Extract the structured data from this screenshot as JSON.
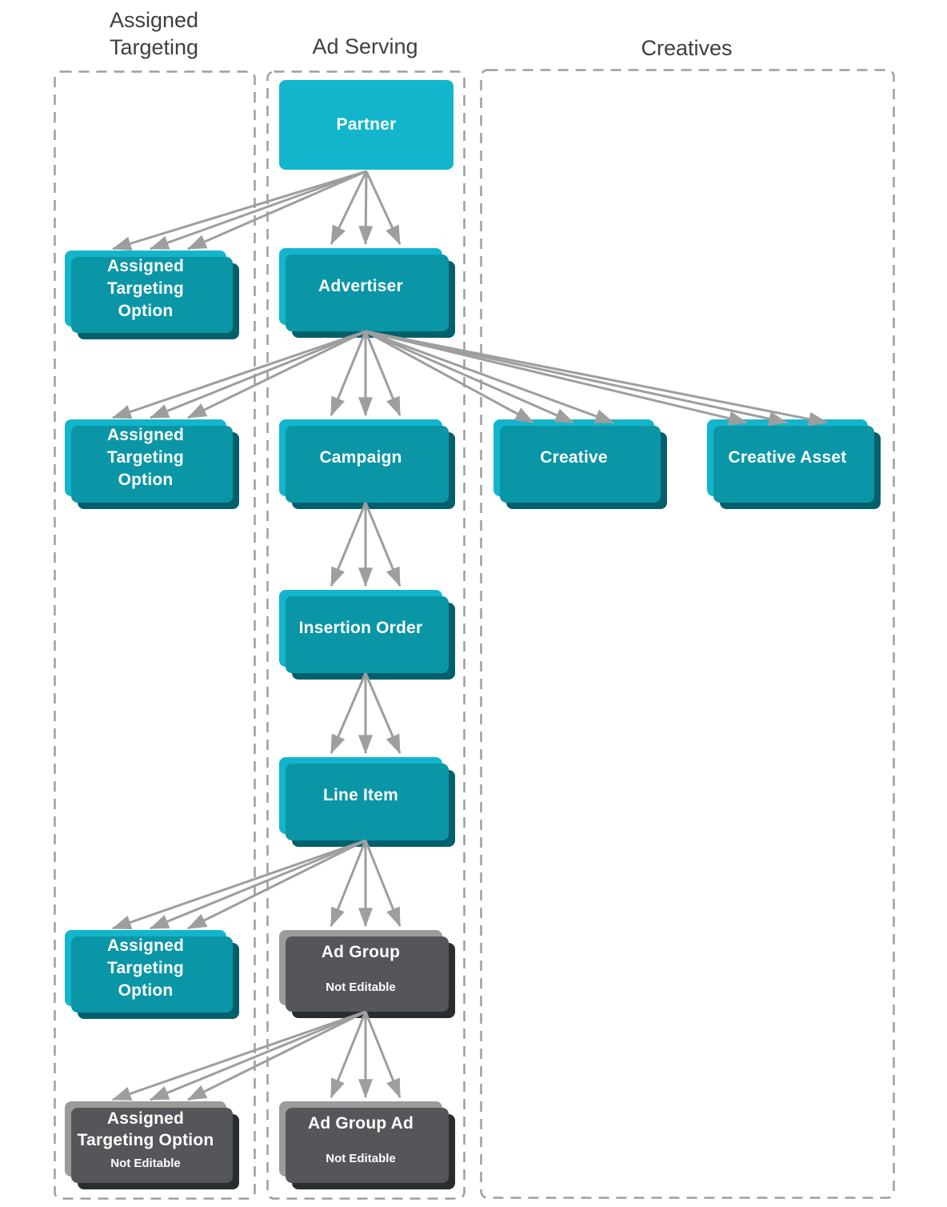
{
  "columns": [
    {
      "id": "assigned_targeting",
      "title": "Assigned\nTargeting"
    },
    {
      "id": "ad_serving",
      "title": "Ad Serving"
    },
    {
      "id": "creatives",
      "title": "Creatives"
    }
  ],
  "nodes": {
    "partner": {
      "label": "Partner",
      "editable": true
    },
    "advertiser": {
      "label": "Advertiser",
      "editable": true
    },
    "campaign": {
      "label": "Campaign",
      "editable": true
    },
    "insertion_order": {
      "label": "Insertion Order",
      "editable": true
    },
    "line_item": {
      "label": "Line Item",
      "editable": true
    },
    "ad_group": {
      "label": "Ad Group",
      "sublabel": "Not Editable",
      "editable": false
    },
    "ad_group_ad": {
      "label": "Ad Group Ad",
      "sublabel": "Not Editable",
      "editable": false
    },
    "ato_partner": {
      "label": "Assigned\nTargeting\nOption",
      "editable": true
    },
    "ato_advertiser": {
      "label": "Assigned\nTargeting\nOption",
      "editable": true
    },
    "ato_line_item": {
      "label": "Assigned\nTargeting\nOption",
      "editable": true
    },
    "ato_ad_group": {
      "label": "Assigned\nTargeting Option",
      "sublabel": "Not Editable",
      "editable": false
    },
    "creative": {
      "label": "Creative",
      "editable": true
    },
    "creative_asset": {
      "label": "Creative Asset",
      "editable": true
    }
  },
  "edges": [
    {
      "from": "partner",
      "to": "ato_partner",
      "dir": "left"
    },
    {
      "from": "partner",
      "to": "advertiser",
      "dir": "down"
    },
    {
      "from": "advertiser",
      "to": "ato_advertiser",
      "dir": "left"
    },
    {
      "from": "advertiser",
      "to": "campaign",
      "dir": "down"
    },
    {
      "from": "advertiser",
      "to": "creative",
      "dir": "right"
    },
    {
      "from": "advertiser",
      "to": "creative_asset",
      "dir": "right"
    },
    {
      "from": "campaign",
      "to": "insertion_order",
      "dir": "down"
    },
    {
      "from": "insertion_order",
      "to": "line_item",
      "dir": "down"
    },
    {
      "from": "line_item",
      "to": "ato_line_item",
      "dir": "left"
    },
    {
      "from": "line_item",
      "to": "ad_group",
      "dir": "down"
    },
    {
      "from": "ad_group",
      "to": "ato_ad_group",
      "dir": "left"
    },
    {
      "from": "ad_group",
      "to": "ad_group_ad",
      "dir": "down"
    }
  ],
  "colors": {
    "cyan": "#12b5cb",
    "cyan_mid": "#0a96a6",
    "cyan_dark": "#02606c",
    "gray": "#9b9b9b",
    "gray_mid": "#545659",
    "gray_dark": "#2a2d2e",
    "arrow": "#9e9e9e",
    "dash_border": "#9e9e9e",
    "title_text": "#3c4043"
  }
}
